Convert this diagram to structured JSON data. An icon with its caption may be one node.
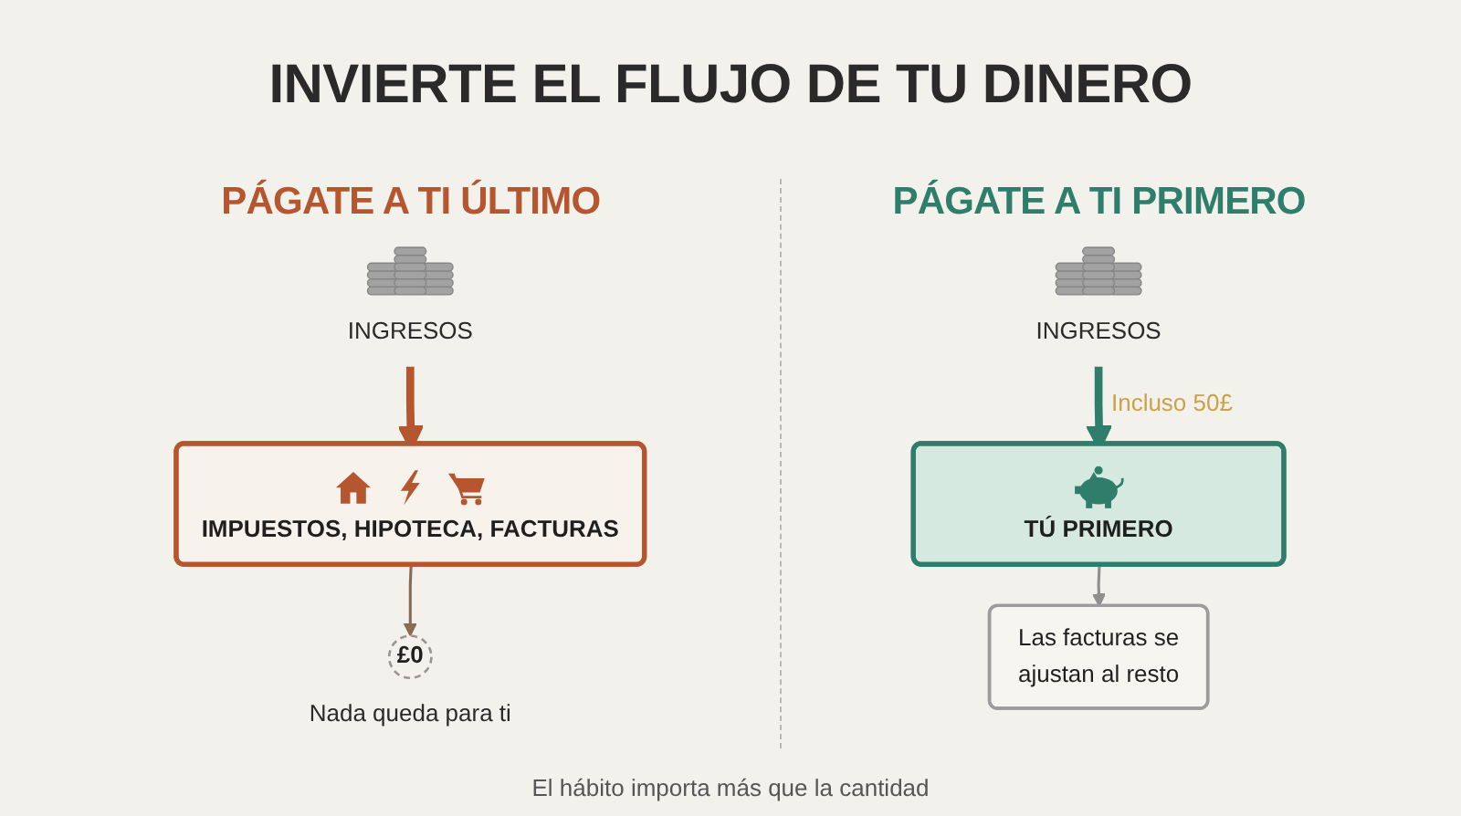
{
  "diagram": {
    "title": "INVIERTE EL FLUJO DE TU DINERO",
    "caption": "El hábito importa más que la cantidad",
    "nodes": [
      {
        "text": [
          "INGRESOS"
        ]
      },
      {
        "text": [
          "IMPUESTOS, HIPOTECA, FACTURAS"
        ]
      },
      {
        "text": [
          "£0"
        ],
        "beside": [
          "Nada queda para ti"
        ]
      },
      {
        "text": [
          "INGRESOS"
        ]
      },
      {
        "text": [
          "TÚ PRIMERO"
        ]
      },
      {
        "text": [
          "Las facturas se ajustan al resto"
        ]
      }
    ],
    "edges": [
      {
        "from": 0,
        "to": 1,
        "arrow": "to",
        "style": "thick",
        "color": "#b5562f"
      },
      {
        "from": 1,
        "to": 2,
        "arrow": "to",
        "color": "#8b6b52"
      },
      {
        "from": 3,
        "to": 4,
        "arrow": "to",
        "label": "Incluso 50£",
        "style": "thick",
        "color": "#2f7d6b"
      },
      {
        "from": 4,
        "to": 5,
        "arrow": "to",
        "color": "#8f8f8f"
      }
    ],
    "labels": [
      "PÁGATE A TI ÚLTIMO",
      "PÁGATE A TI PRIMERO"
    ]
  }
}
